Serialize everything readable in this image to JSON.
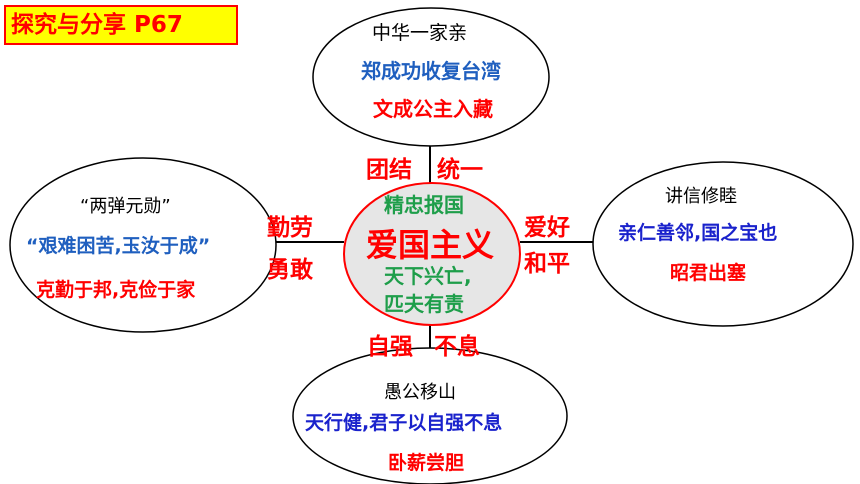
{
  "header": {
    "title": "探究与分享 P67"
  },
  "center": {
    "top": "精忠报国",
    "main": "爱国主义",
    "line1": "天下兴亡,",
    "line2": "匹夫有责"
  },
  "top_node": {
    "title": "中华一家亲",
    "line1": "郑成功收复台湾",
    "line2": "文成公主入藏"
  },
  "left_node": {
    "title": "“两弹元勋”",
    "line1": "“艰难困苦,玉汝于成”",
    "line2": "克勤于邦,克俭于家"
  },
  "right_node": {
    "title": "讲信修睦",
    "line1": "亲仁善邻,国之宝也",
    "line2": "昭君出塞"
  },
  "bottom_node": {
    "title": "愚公移山",
    "line1": "天行健,君子以自强不息",
    "line2": "卧薪尝胆"
  },
  "connectors": {
    "top_left": "团结",
    "top_right": "统一",
    "left_top": "勤劳",
    "left_bottom": "勇敢",
    "right_top": "爱好",
    "right_bottom": "和平",
    "bottom_left": "自强",
    "bottom_right": "不息"
  },
  "colors": {
    "title_bg": "#ffff00",
    "accent_red": "#ff0000",
    "blue": "#1f5fbf",
    "green": "#1e9e4a",
    "navy": "#1a22cc",
    "center_fill": "#e6e6e6"
  }
}
